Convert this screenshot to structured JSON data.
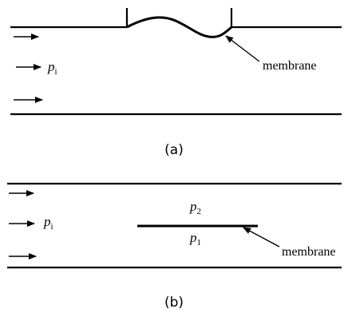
{
  "panel_a": {
    "pressure_symbol": "p",
    "pressure_subscript": "i",
    "membrane_label": "membrane",
    "caption": "(a)"
  },
  "panel_b": {
    "pressure_symbol": "p",
    "pressure_subscript": "i",
    "upper_pressure_symbol": "p",
    "upper_pressure_subscript": "2",
    "lower_pressure_symbol": "p",
    "lower_pressure_subscript": "1",
    "membrane_label": "membrane",
    "caption": "(b)"
  }
}
